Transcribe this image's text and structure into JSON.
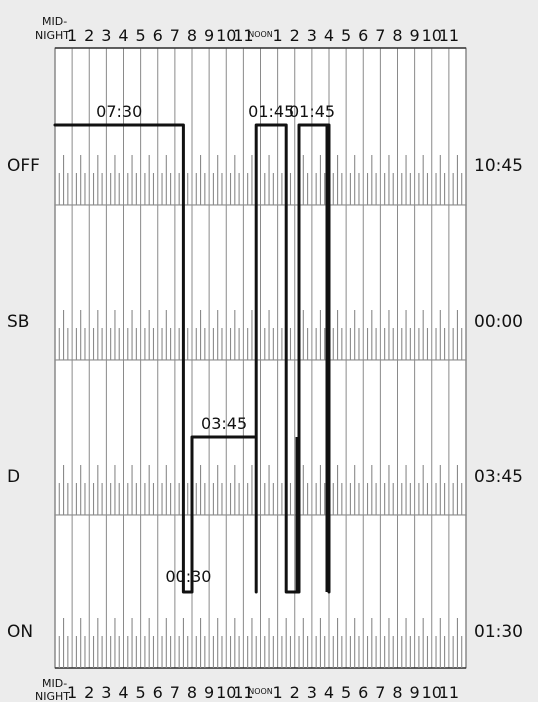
{
  "header": {
    "midnight_label": [
      "MID-",
      "NIGHT"
    ],
    "hour_labels": [
      "1",
      "2",
      "3",
      "4",
      "5",
      "6",
      "7",
      "8",
      "9",
      "10",
      "11",
      "NOON",
      "1",
      "2",
      "3",
      "4",
      "5",
      "6",
      "7",
      "8",
      "9",
      "10",
      "11"
    ]
  },
  "rows": [
    {
      "label": "OFF",
      "total": "10:45"
    },
    {
      "label": "SB",
      "total": "00:00"
    },
    {
      "label": "D",
      "total": "03:45"
    },
    {
      "label": "ON",
      "total": "01:30"
    }
  ],
  "duty_segments": [
    {
      "status": "OFF",
      "start": 0.0,
      "end": 7.5,
      "duration_label": "07:30"
    },
    {
      "status": "ON",
      "start": 7.5,
      "end": 8.0,
      "duration_label": "00:30"
    },
    {
      "status": "D",
      "start": 8.0,
      "end": 11.75,
      "duration_label": "03:45"
    },
    {
      "status": "OFF",
      "start": 11.75,
      "end": 13.5,
      "duration_label": "01:45"
    },
    {
      "status": "OFF",
      "start": 14.25,
      "end": 16.0,
      "duration_label": "01:45"
    }
  ],
  "duty_path": [
    [
      "OFF",
      0.0
    ],
    [
      "OFF",
      7.5
    ],
    [
      "ON",
      7.5
    ],
    [
      "ON",
      8.0
    ],
    [
      "D",
      8.0
    ],
    [
      "D",
      11.75
    ],
    [
      "ON",
      11.75
    ],
    [
      "OFF",
      11.75
    ],
    [
      "OFF",
      13.5
    ],
    [
      "ON",
      13.5
    ],
    [
      "ON",
      14.25
    ],
    [
      "D",
      14.25
    ],
    [
      "ON",
      14.25
    ],
    [
      "OFF",
      14.25
    ],
    [
      "OFF",
      16.0
    ],
    [
      "ON",
      16.0
    ]
  ],
  "colors": {
    "background": "#ececec",
    "grid_bg": "#ffffff",
    "line": "#111111",
    "grid": "#8a8a8a"
  }
}
